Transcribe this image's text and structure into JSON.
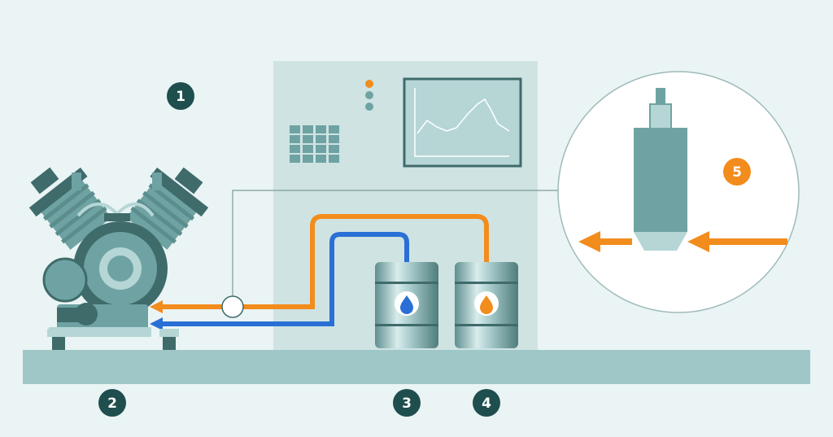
{
  "colors": {
    "background": "#eaf4f4",
    "machine": "#6fa3a3",
    "machine_dark": "#3f6b6b",
    "panel": "#cfe3e3",
    "floor": "#9fc7c7",
    "orange": "#f28c1c",
    "blue": "#2a6fd6",
    "badge": "#1f4e4e"
  },
  "badges": [
    {
      "label": "1"
    },
    {
      "label": "2"
    },
    {
      "label": "3"
    },
    {
      "label": "4"
    },
    {
      "label": "5"
    }
  ],
  "control_panel": {
    "indicator_lights": [
      "orange",
      "teal",
      "teal"
    ],
    "keypad_keys": 16,
    "monitor_icon": "line-graph-icon"
  },
  "barrels": [
    {
      "drop_icon": "water-drop-icon",
      "drop_color": "#2a6fd6"
    },
    {
      "drop_icon": "oil-drop-icon",
      "drop_color": "#f28c1c"
    }
  ],
  "sensor_callout": {
    "icon": "sensor-probe-icon",
    "flow_arrows": [
      "orange",
      "orange"
    ]
  }
}
